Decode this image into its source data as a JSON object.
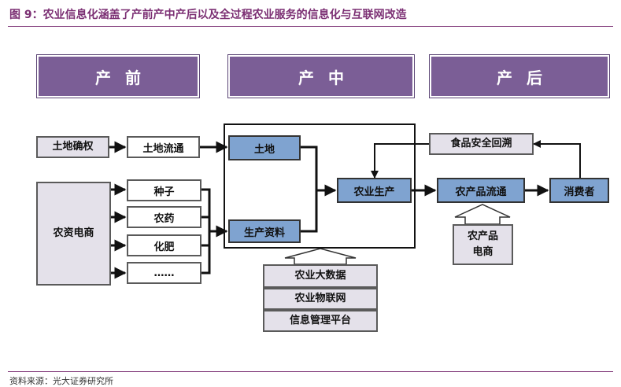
{
  "header": {
    "figure_title": "图 9：农业信息化涵盖了产前产中产后以及全过程农业服务的信息化与互联网改造"
  },
  "phases": {
    "pre": "产前",
    "mid": "产中",
    "post": "产后"
  },
  "pre_stage": {
    "land_rights": "土地确权",
    "land_transfer": "土地流通",
    "agri_ecommerce": "农资电商",
    "inputs": [
      "种子",
      "农药",
      "化肥",
      "……"
    ]
  },
  "mid_stage": {
    "land": "土地",
    "means_of_production": "生产资料",
    "agri_production": "农业生产",
    "services": [
      "农业大数据",
      "农业物联网",
      "信息管理平台"
    ]
  },
  "post_stage": {
    "food_safety_tracing": "食品安全回溯",
    "produce_circulation": "农产品流通",
    "consumer": "消费者",
    "produce_ecommerce": [
      "农产品",
      "电商"
    ]
  },
  "footer": {
    "source": "资料来源：光大证券研究所"
  },
  "colors": {
    "phase_header": "#7b5e96",
    "node_blue": "#7fa3d0",
    "node_gray": "#e4e1ea",
    "title_accent": "#7b2f73"
  }
}
